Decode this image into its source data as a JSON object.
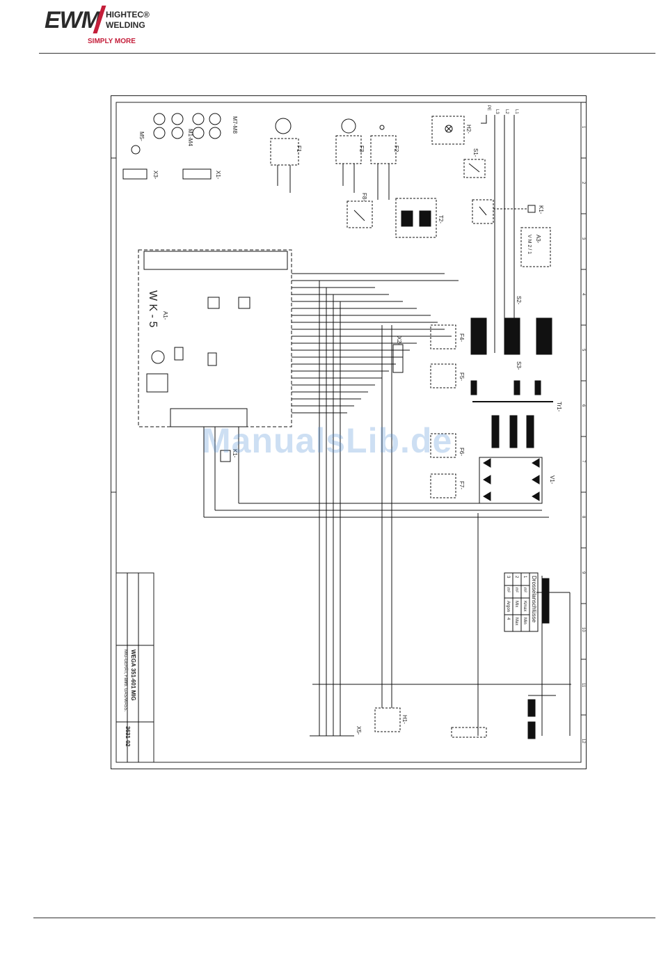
{
  "header": {
    "brand": "EWM",
    "line1": "HIGHTEC®",
    "line2": "WELDING",
    "tagline": "SIMPLY MORE"
  },
  "watermark": "ManualsLib.de",
  "diagram": {
    "board_label": "W K - 5",
    "board_ref": "A1-",
    "labels": {
      "m5": "M5-",
      "m1m4": "M1-M4",
      "m7m8": "M7-M8",
      "x3": "X3-",
      "x1": "X1-",
      "f1": "F1-",
      "f2": "F2-",
      "f3": "F3-",
      "h2": "H2-",
      "s1": "S1-",
      "k1": "K1-",
      "a3": "A3-",
      "a3sub": "V M 2 / 1",
      "t2": "T2-",
      "f8": "F8-",
      "s2": "S2-",
      "s3": "S3-",
      "x2": "X2-",
      "f4": "F4-",
      "f5": "F5-",
      "tr1": "Tr1-",
      "f6": "F6-",
      "f7": "F7-",
      "v1": "V1-",
      "k1b": "K1-",
      "h1": "H1-",
      "x5": "X5-",
      "l1": "L1",
      "l2": "L2",
      "l3": "L3",
      "pe": "PE"
    },
    "title_block": {
      "model": "WEGA 351-601 MIG",
      "subtitle": "MIG-GERÄT, Fahrb. GAS/WASS.",
      "drawing_no": "3631-02"
    },
    "choke_table": {
      "header": "Drosselanschlüsse",
      "rows": [
        [
          "1",
          "m²",
          "Kmax",
          "Min"
        ],
        [
          "2",
          "m²",
          "Mix",
          "Max"
        ],
        [
          "3",
          "m²",
          "Argon",
          "4"
        ]
      ]
    },
    "grid_numbers": [
      "1",
      "2",
      "3",
      "4",
      "5",
      "6",
      "7",
      "8",
      "9",
      "10",
      "11",
      "12"
    ]
  }
}
